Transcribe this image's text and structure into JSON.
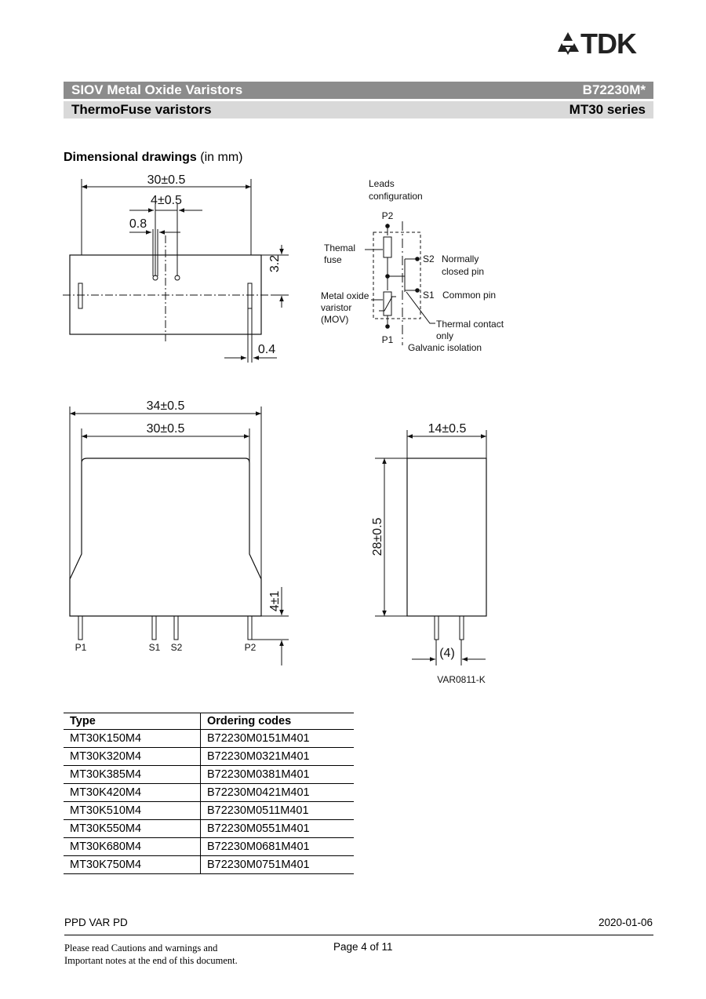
{
  "brand": {
    "name": "TDK",
    "logo_icon": "tdk-logo-icon"
  },
  "header": {
    "product_family": "SIOV Metal Oxide Varistors",
    "part_number": "B72230M*",
    "subfamily": "ThermoFuse varistors",
    "series": "MT30 series"
  },
  "section": {
    "title": "Dimensional drawings",
    "unit": "(in mm)"
  },
  "drawing": {
    "top_view": {
      "width": "30±0.5",
      "pin_spacing": "4±0.5",
      "pin_width": "0.8",
      "offset": "3.2",
      "lead_thickness": "0.4"
    },
    "leads_config": {
      "title_line1": "Leads",
      "title_line2": "configuration",
      "p2": "P2",
      "p1": "P1",
      "s2": "S2",
      "s1": "S1",
      "fuse_line1": "Themal",
      "fuse_line2": "fuse",
      "mov_line1": "Metal oxide",
      "mov_line2": "varistor",
      "mov_line3": "(MOV)",
      "s2_desc_line1": "Normally",
      "s2_desc_line2": "closed pin",
      "s1_desc": "Common pin",
      "contact_line1": "Thermal contact",
      "contact_line2": "only",
      "isolation": "Galvanic isolation"
    },
    "front_view": {
      "overall_width": "34±0.5",
      "body_width": "30±0.5",
      "lead_length": "4±1",
      "pins": [
        "P1",
        "S1",
        "S2",
        "P2"
      ]
    },
    "side_view": {
      "thickness": "14±0.5",
      "height": "28±0.5",
      "pin_pitch": "(4)"
    },
    "drawing_id": "VAR0811-K"
  },
  "table": {
    "headers": [
      "Type",
      "Ordering codes"
    ],
    "rows": [
      [
        "MT30K150M4",
        "B72230M0151M401"
      ],
      [
        "MT30K320M4",
        "B72230M0321M401"
      ],
      [
        "MT30K385M4",
        "B72230M0381M401"
      ],
      [
        "MT30K420M4",
        "B72230M0421M401"
      ],
      [
        "MT30K510M4",
        "B72230M0511M401"
      ],
      [
        "MT30K550M4",
        "B72230M0551M401"
      ],
      [
        "MT30K680M4",
        "B72230M0681M401"
      ],
      [
        "MT30K750M4",
        "B72230M0751M401"
      ]
    ]
  },
  "footer": {
    "department": "PPD VAR PD",
    "date": "2020-01-06",
    "note_line1": "Please read Cautions and warnings and",
    "note_line2": "Important notes at the end of this document.",
    "page": "Page 4 of 11"
  }
}
